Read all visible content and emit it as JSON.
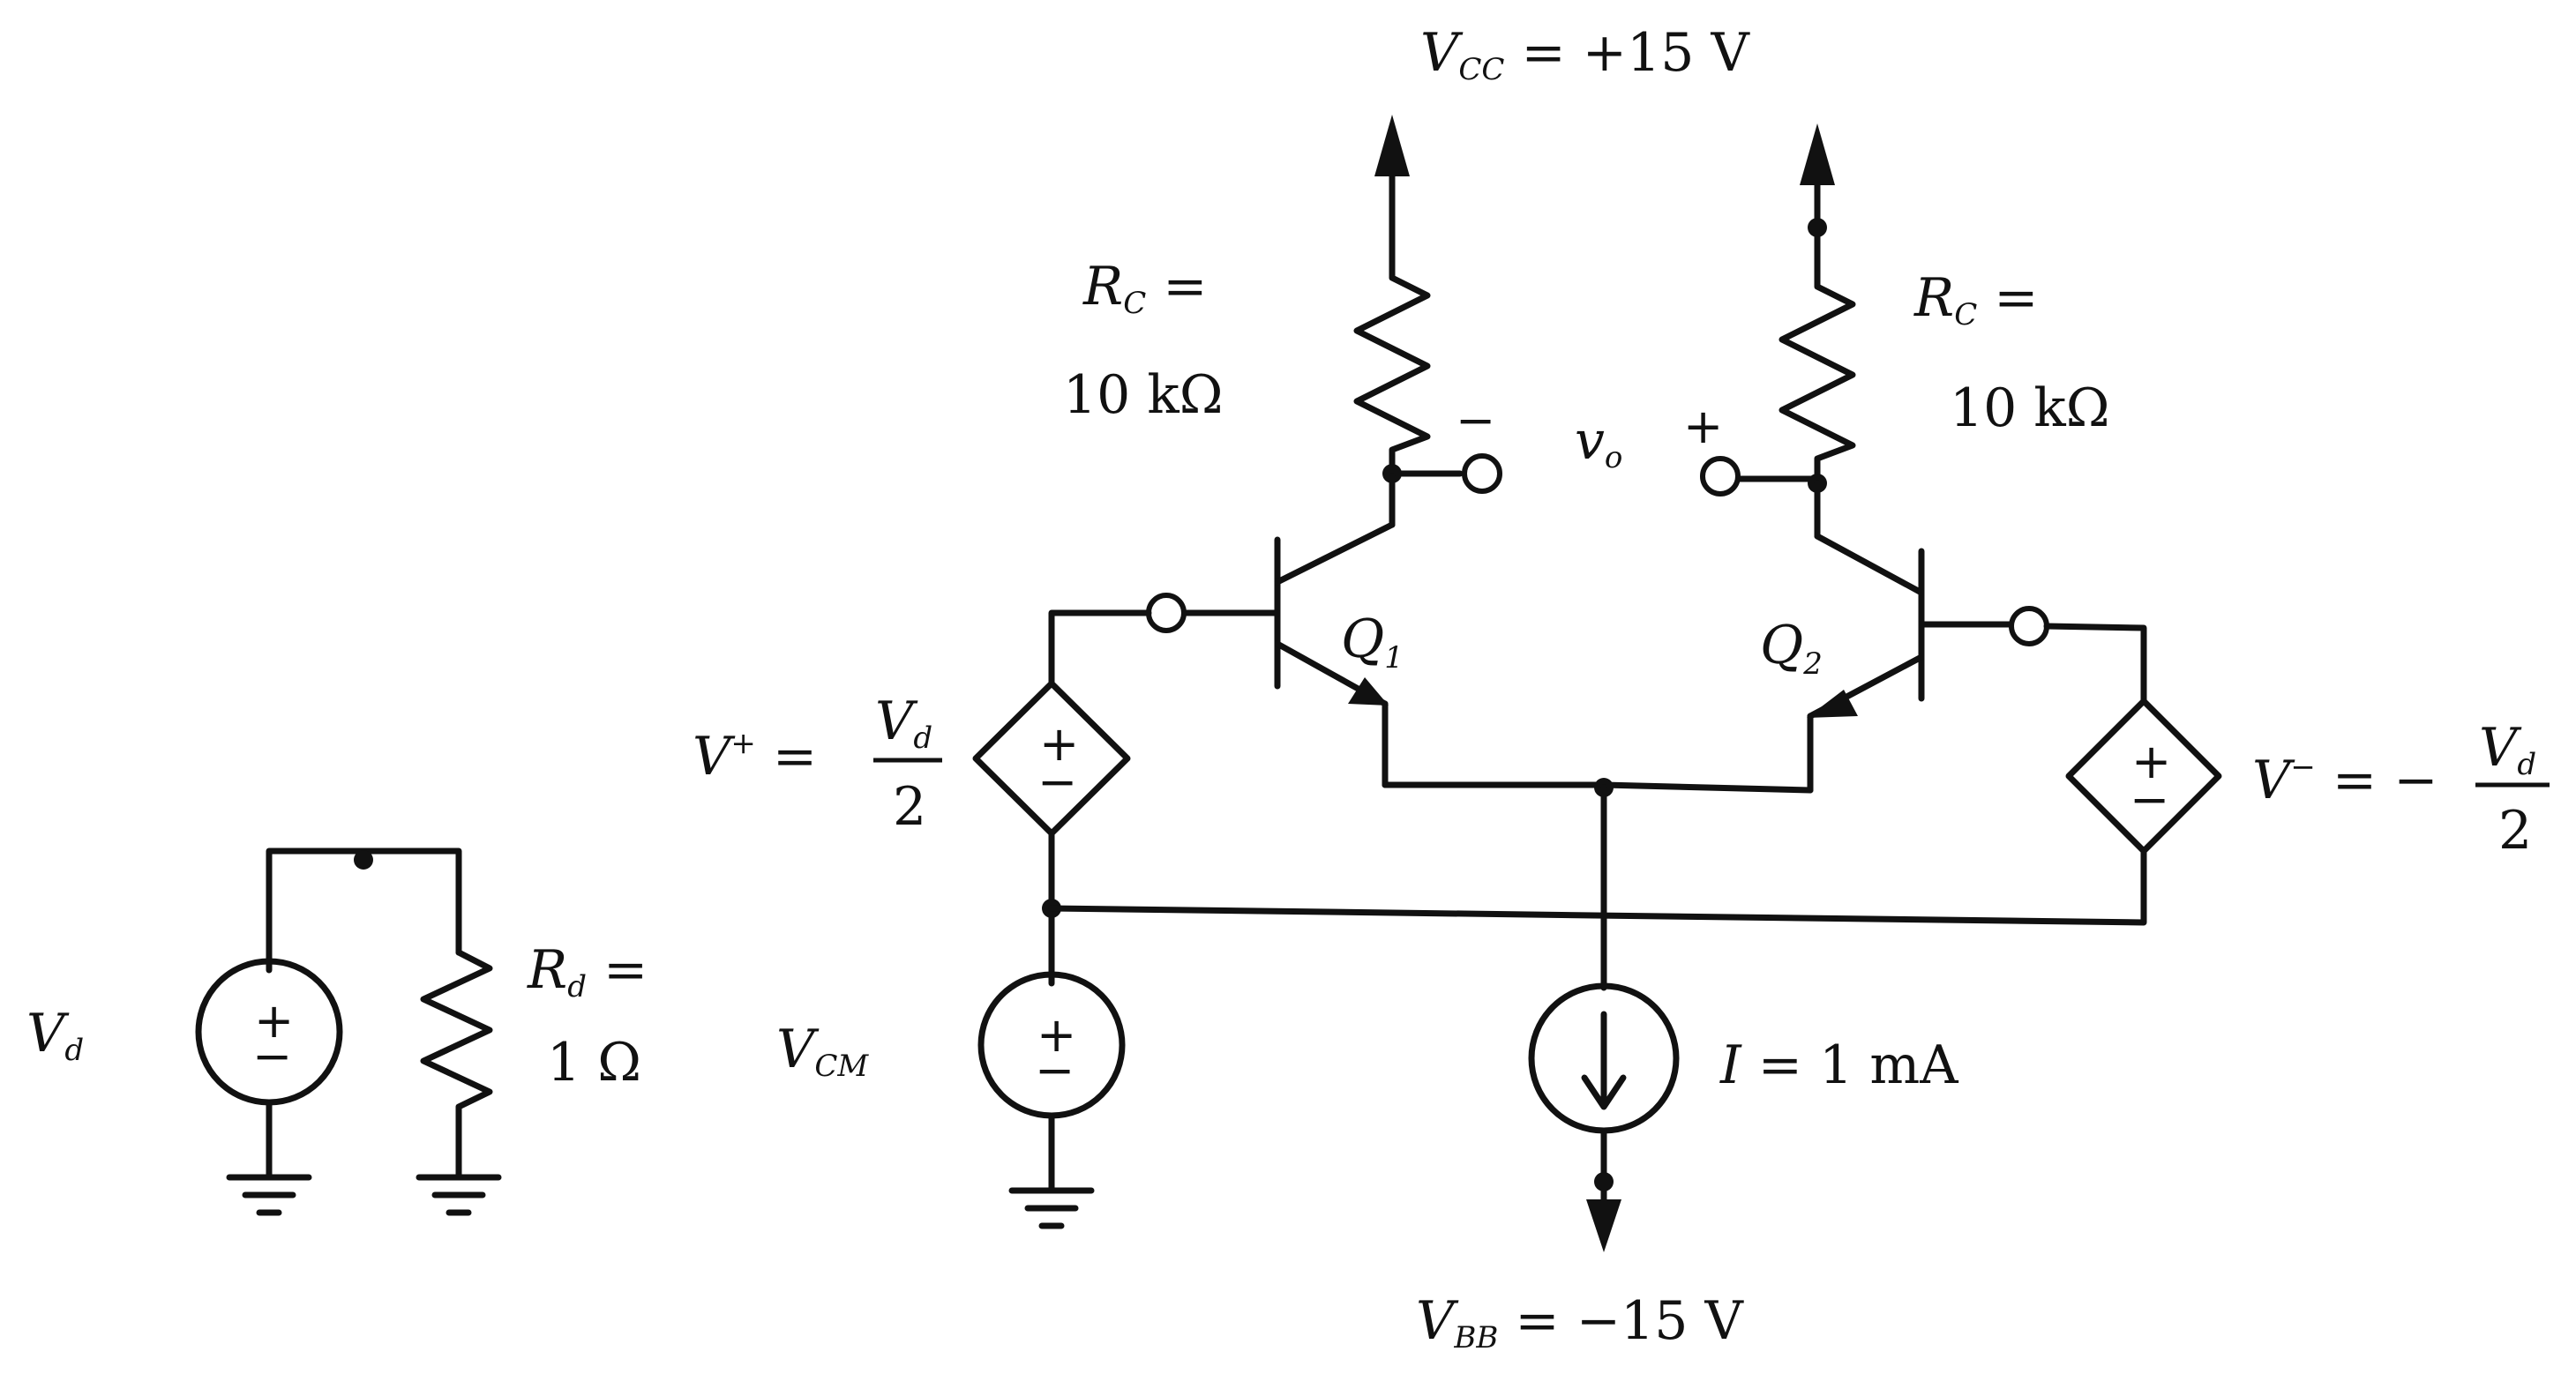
{
  "labels": {
    "vcc_name": "V",
    "vcc_sub": "CC",
    "vcc_value": " = +15 V",
    "vbb_name": "V",
    "vbb_sub": "BB",
    "vbb_value": " = −15 V",
    "rc_left_name": "R",
    "rc_left_sub": "C",
    "rc_left_eq": " =",
    "rc_left_value": "10 kΩ",
    "rc_right_name": "R",
    "rc_right_sub": "C",
    "rc_right_eq": " =",
    "rc_right_value": "10 kΩ",
    "vo_name": "v",
    "vo_sub": "o",
    "vo_minus": "−",
    "vo_plus": "+",
    "q1_name": "Q",
    "q1_sub": "1",
    "q2_name": "Q",
    "q2_sub": "2",
    "vplus_name": "V",
    "vplus_sup": "+",
    "vplus_eq": " =",
    "vplus_num": "V",
    "vplus_num_sub": "d",
    "vplus_den": "2",
    "vminus_name": "V",
    "vminus_sup": "−",
    "vminus_eq": " = −",
    "vminus_num": "V",
    "vminus_num_sub": "d",
    "vminus_den": "2",
    "vd_name": "V",
    "vd_sub": "d",
    "rd_name": "R",
    "rd_sub": "d",
    "rd_eq": " =",
    "rd_value": "1 Ω",
    "vcm_name": "V",
    "vcm_sub": "CM",
    "i_value": "I = 1 mA"
  },
  "source_symbols": {
    "plus": "+",
    "minus": "−"
  }
}
